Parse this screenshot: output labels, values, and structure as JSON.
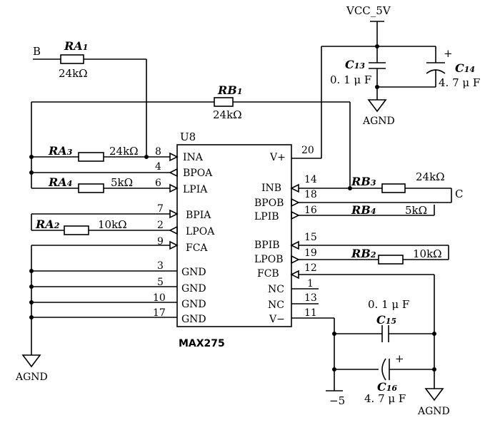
{
  "power": {
    "vcc": "VCC_5V",
    "neg": "−5",
    "agnd": "AGND"
  },
  "chip": {
    "ref": "U8",
    "part": "MAX275",
    "left_pins": [
      {
        "num": "8",
        "name": "INA"
      },
      {
        "num": "4",
        "name": "BPOA"
      },
      {
        "num": "6",
        "name": "LPIA"
      },
      {
        "num": "7",
        "name": "BPIA"
      },
      {
        "num": "2",
        "name": "LPOA"
      },
      {
        "num": "9",
        "name": "FCA"
      },
      {
        "num": "3",
        "name": "GND"
      },
      {
        "num": "5",
        "name": "GND"
      },
      {
        "num": "10",
        "name": "GND"
      },
      {
        "num": "17",
        "name": "GND"
      }
    ],
    "right_pins": [
      {
        "num": "20",
        "name": "V+"
      },
      {
        "num": "14",
        "name": "INB"
      },
      {
        "num": "18",
        "name": "BPOB"
      },
      {
        "num": "16",
        "name": "LPIB"
      },
      {
        "num": "15",
        "name": "BPIB"
      },
      {
        "num": "19",
        "name": "LPOB"
      },
      {
        "num": "12",
        "name": "FCB"
      },
      {
        "num": "1",
        "name": "NC"
      },
      {
        "num": "13",
        "name": "NC"
      },
      {
        "num": "11",
        "name": "V−"
      }
    ]
  },
  "nets": {
    "b": "B",
    "c": "C"
  },
  "resistors": {
    "ra1": {
      "ref": "RA",
      "sub": "1",
      "value": "24kΩ"
    },
    "rb1": {
      "ref": "RB",
      "sub": "1",
      "value": "24kΩ"
    },
    "ra3": {
      "ref": "RA",
      "sub": "3",
      "value": "24kΩ"
    },
    "ra4": {
      "ref": "RA",
      "sub": "4",
      "value": "5kΩ"
    },
    "ra2": {
      "ref": "RA",
      "sub": "2",
      "value": "10kΩ"
    },
    "rb3": {
      "ref": "RB",
      "sub": "3",
      "value": "24kΩ"
    },
    "rb4": {
      "ref": "RB",
      "sub": "4",
      "value": "5kΩ"
    },
    "rb2": {
      "ref": "RB",
      "sub": "2",
      "value": "10kΩ"
    }
  },
  "capacitors": {
    "c13": {
      "ref": "C",
      "sub": "13",
      "value": "0. 1 μ F"
    },
    "c14": {
      "ref": "C",
      "sub": "14",
      "value": "4. 7 μ F"
    },
    "c15": {
      "ref": "C",
      "sub": "15",
      "value": "0. 1 μ F"
    },
    "c16": {
      "ref": "C",
      "sub": "16",
      "value": "4. 7 μ F"
    },
    "plus": "+"
  }
}
